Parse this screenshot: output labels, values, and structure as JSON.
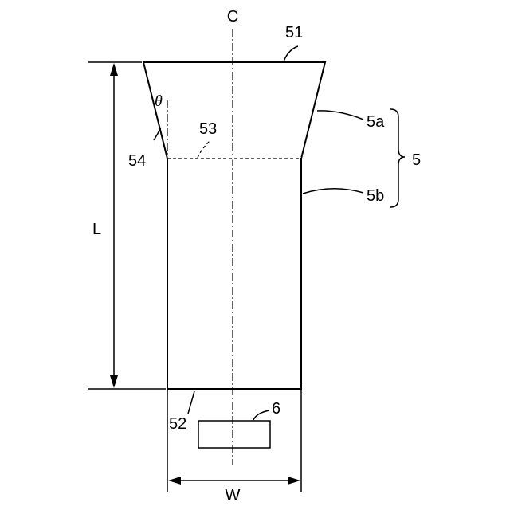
{
  "labels": {
    "center_axis": "C",
    "top_face": "51",
    "bottom_face": "52",
    "boundary": "53",
    "side_edge": "54",
    "upper_part": "5a",
    "lower_part": "5b",
    "body": "5",
    "sensor": "6",
    "length": "L",
    "width": "W",
    "angle": "θ"
  }
}
